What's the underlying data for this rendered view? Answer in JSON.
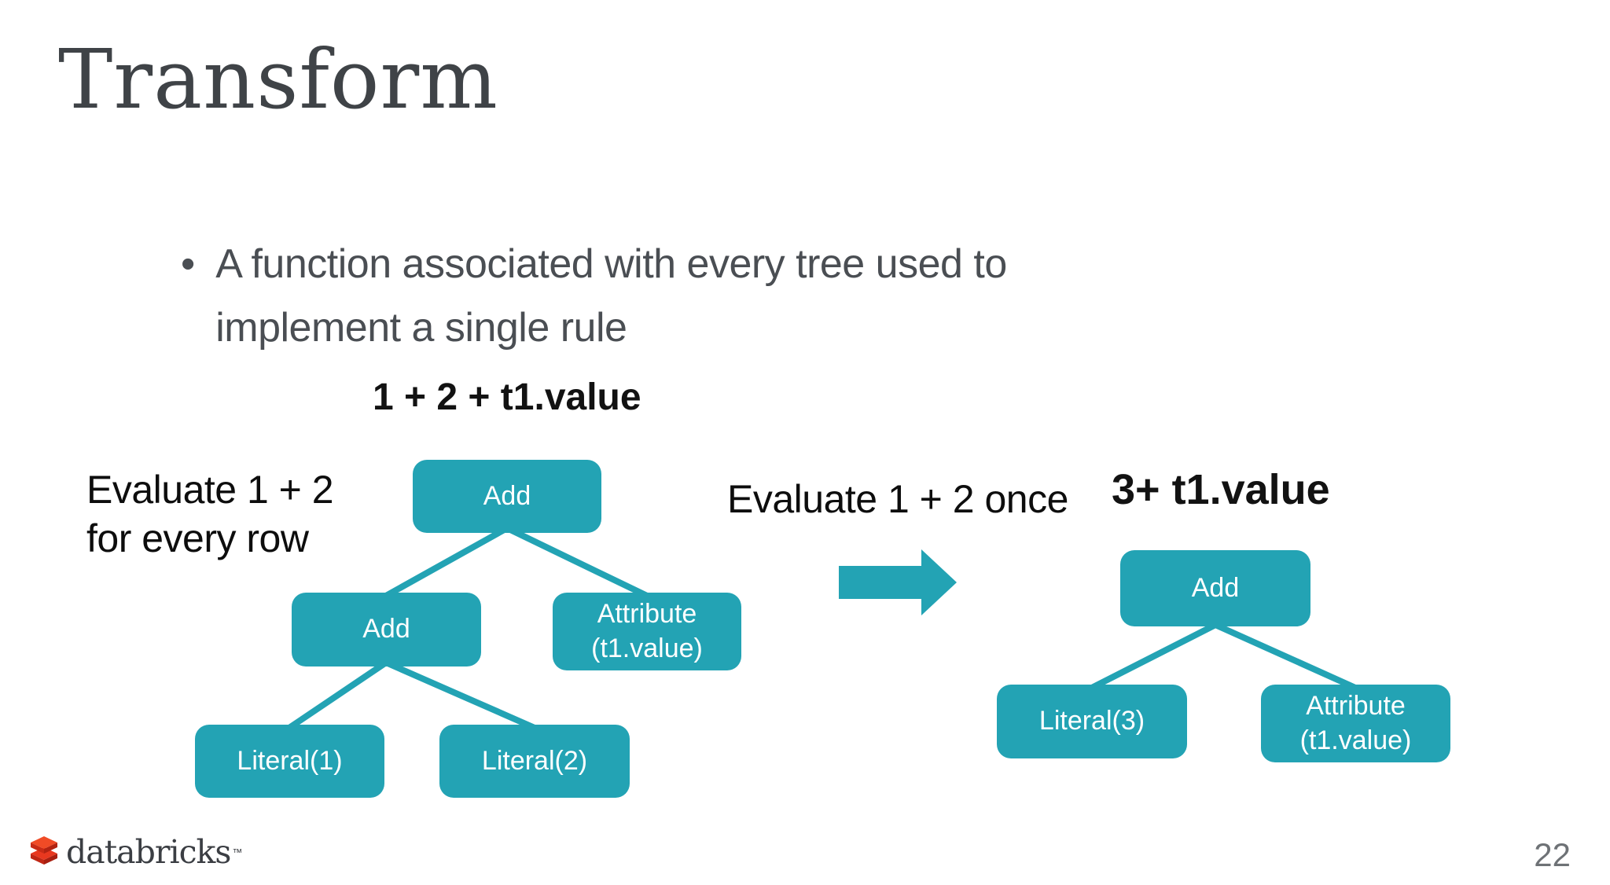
{
  "slide": {
    "title": "Transform",
    "bullet_glyph": "•",
    "bullet_line1": "A function associated with every tree used to",
    "bullet_line2": "implement a single rule",
    "expression": "1 + 2 + t1.value",
    "left_caption_line1": "Evaluate 1 + 2",
    "left_caption_line2": "for every row",
    "middle_caption": "Evaluate 1 + 2 once",
    "result_expression": "3+ t1.value",
    "page_number": "22"
  },
  "left_tree": {
    "root_label": "Add",
    "mid_label": "Add",
    "attribute_line1": "Attribute",
    "attribute_line2": "(t1.value)",
    "literal1_label": "Literal(1)",
    "literal2_label": "Literal(2)"
  },
  "right_tree": {
    "root_label": "Add",
    "literal3_label": "Literal(3)",
    "attribute_line1": "Attribute",
    "attribute_line2": "(t1.value)"
  },
  "footer": {
    "logo_text": "databricks",
    "logo_tm": "™"
  },
  "colors": {
    "node_teal": "#23A3B4",
    "logo_red": "#EE3D2A",
    "title_gray": "#3F4347",
    "body_gray": "#4A4E53",
    "page_gray": "#6E7276"
  }
}
